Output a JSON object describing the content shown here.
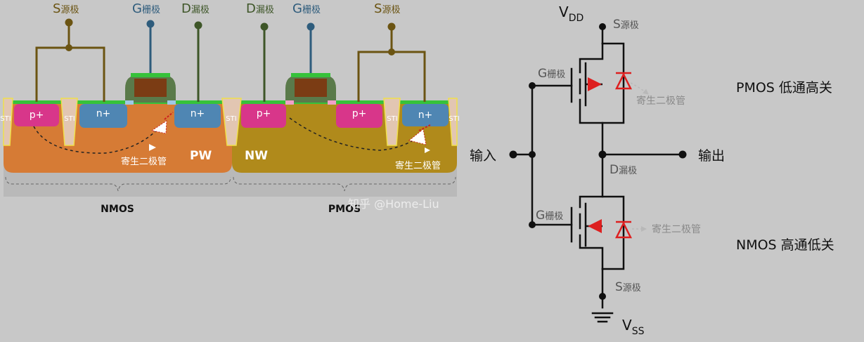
{
  "colors": {
    "background": "#c8c8c8",
    "p_well": "#d67b35",
    "n_well": "#b08a1b",
    "p_plus": "#d8368a",
    "n_plus": "#4f86b3",
    "sti": "#e2c6b2",
    "oxide_green": "#36c23a",
    "gate_poly": "#7b3c14",
    "source_wire": "#6b5412",
    "gate_wire": "#2e5c7c",
    "drain_wire": "#3e5628",
    "diode_red": "#dd1f1f",
    "circuit_line": "#101010"
  },
  "cross_section": {
    "nmos": {
      "source_label": "S",
      "source_sub": "源极",
      "gate_label": "G",
      "gate_sub": "栅极",
      "drain_label": "D",
      "drain_sub": "漏极",
      "p_plus": "p+",
      "n_plus_left": "n+",
      "n_plus_right": "n+",
      "well": "PW",
      "diode_label": "寄生二极管",
      "caption": "NMOS"
    },
    "pmos": {
      "drain_label": "D",
      "drain_sub": "漏极",
      "gate_label": "G",
      "gate_sub": "栅极",
      "source_label": "S",
      "source_sub": "源极",
      "p_plus_left": "p+",
      "p_plus_right": "p+",
      "n_plus": "n+",
      "well": "NW",
      "diode_label": "寄生二极管",
      "caption": "PMOS"
    },
    "sti_label": "STI"
  },
  "circuit": {
    "vdd_main": "V",
    "vdd_sub": "DD",
    "vss_main": "V",
    "vss_sub": "SS",
    "pmos_source_label": "S",
    "pmos_source_sub": "源极",
    "pmos_gate_label": "G",
    "pmos_gate_sub": "栅极",
    "pmos_diode_label": "寄生二极管",
    "pmos_description": "PMOS 低通高关",
    "drain_label": "D",
    "drain_sub": "漏极",
    "nmos_gate_label": "G",
    "nmos_gate_sub": "栅极",
    "nmos_diode_label": "寄生二极管",
    "nmos_description": "NMOS 高通低关",
    "nmos_source_label": "S",
    "nmos_source_sub": "源极",
    "input_label": "输入",
    "output_label": "输出"
  },
  "watermark": "知乎 @Home-Liu"
}
